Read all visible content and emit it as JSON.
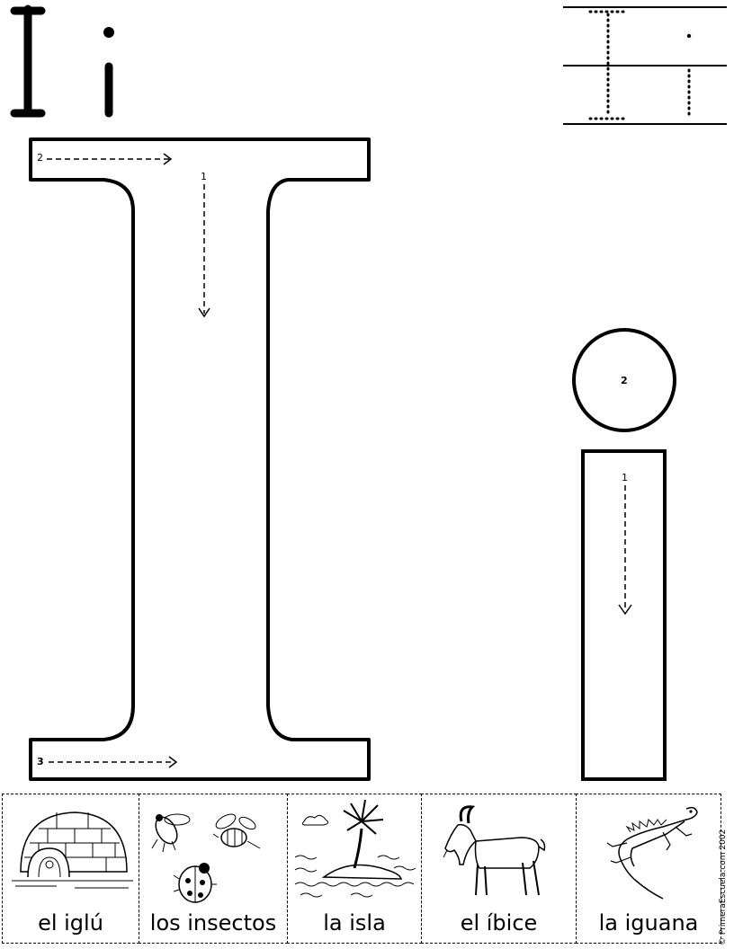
{
  "header": {
    "upper_letter": "I",
    "lower_letter": "i"
  },
  "big_letter": {
    "stroke_1": "1",
    "stroke_2": "2",
    "stroke_3": "3"
  },
  "small_letter": {
    "stroke_1": "1",
    "stroke_2": "2"
  },
  "pictures": [
    {
      "label": "el iglú",
      "icon": "igloo-icon"
    },
    {
      "label": "los insectos",
      "icon": "insects-icon"
    },
    {
      "label": "la isla",
      "icon": "island-icon"
    },
    {
      "label": "el íbice",
      "icon": "ibex-icon"
    },
    {
      "label": "la iguana",
      "icon": "iguana-icon"
    }
  ],
  "footer": {
    "copyright": "© PrimeraEscuela.com 2002"
  }
}
